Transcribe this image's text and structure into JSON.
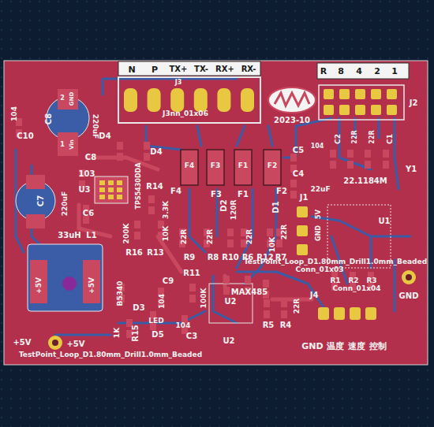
{
  "diagram": {
    "labels": [
      "N",
      "P",
      "TX+",
      "TX-",
      "RX+",
      "RX-",
      "J3",
      "J3nn_01x06",
      "2023-10",
      "R",
      "8",
      "4",
      "2",
      "1",
      "J2",
      "C10",
      "104",
      "C8",
      "220uF",
      "2",
      "GND",
      "1",
      "Vin",
      "D4",
      "D4",
      "C8",
      "103",
      "U3",
      "C6",
      "TPS5430DDA",
      "R14",
      "3.3K",
      "200K",
      "10K",
      "R16",
      "R13",
      "F4",
      "F3",
      "F1",
      "F2",
      "F4",
      "F3",
      "F1",
      "F2",
      "C5",
      "104",
      "C4",
      "22uF",
      "C2",
      "C1",
      "22R",
      "22R",
      "Y1",
      "22.1184M",
      "J1",
      "5V",
      "GND",
      "C7",
      "220uF",
      "33uH",
      "L1",
      "22R",
      "22R",
      "120R",
      "22R",
      "10K",
      "22R",
      "R9",
      "R8",
      "R10",
      "R6",
      "R12",
      "R7",
      "D2",
      "D1",
      "Conn_01x03",
      "U1",
      "TestPoint_Loop_D1.80mm_Drill1.0mm_Beaded",
      "R1",
      "R2",
      "R3",
      "GND",
      "+5V",
      "+5V",
      "B5340",
      "D3",
      "C9",
      "104",
      "R11",
      "100K",
      "U2",
      "MAX485",
      "R5",
      "R4",
      "22R",
      "J4",
      "Conn_01x04",
      "LED",
      "D5",
      "R15",
      "1K",
      "C3",
      "104",
      "U2",
      "+5V",
      "+5V",
      "TestPoint_Loop_D1.80mm_Drill1.0mm_Beaded",
      "GND",
      "温度",
      "速度",
      "控制"
    ]
  }
}
